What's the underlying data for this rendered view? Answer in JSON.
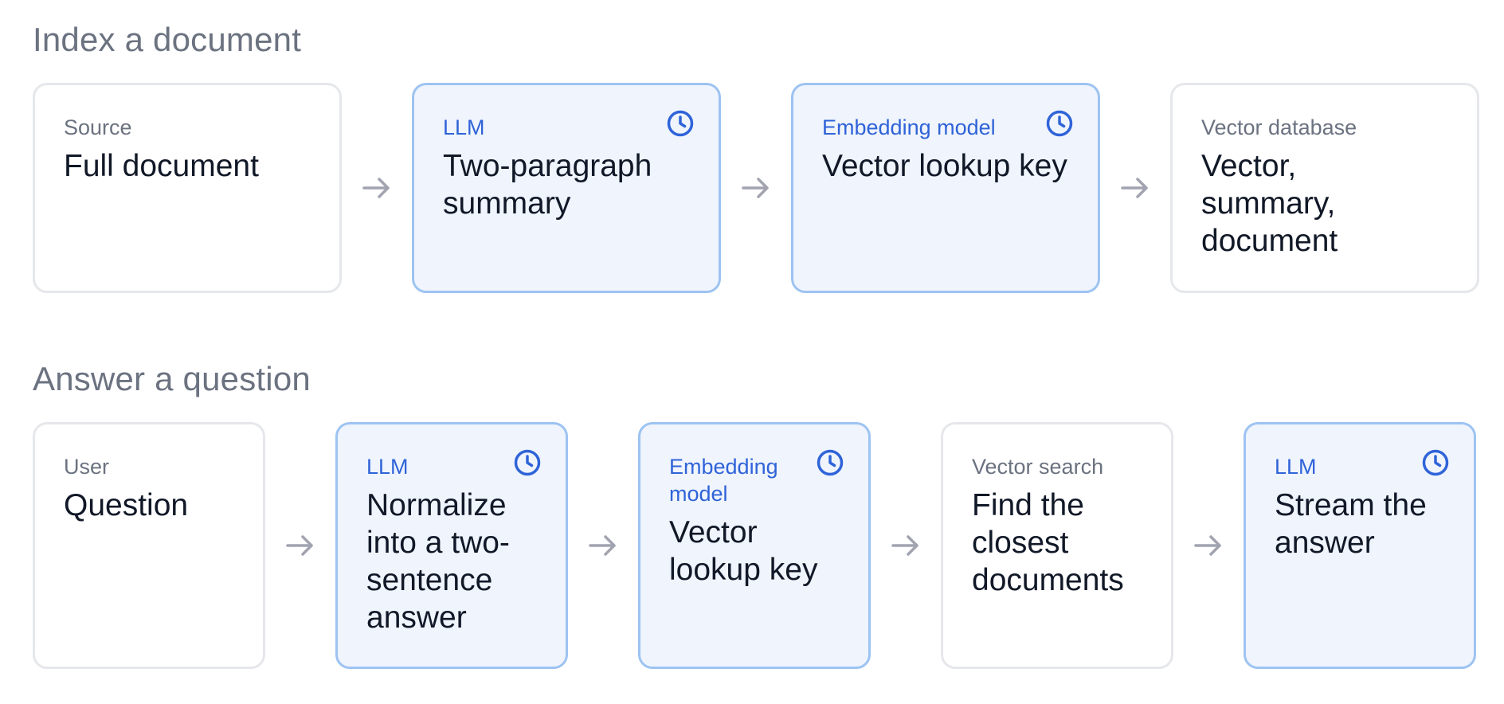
{
  "sections": [
    {
      "title": "Index a document",
      "steps": [
        {
          "kind": "Source",
          "label": "Full document"
        },
        {
          "kind": "LLM",
          "label": "Two-paragraph summary"
        },
        {
          "kind": "Embedding model",
          "label": "Vector lookup key"
        },
        {
          "kind": "Vector database",
          "label": "Vector, summary, document"
        }
      ]
    },
    {
      "title": "Answer a question",
      "steps": [
        {
          "kind": "User",
          "label": "Question"
        },
        {
          "kind": "LLM",
          "label": "Normalize into a two-sentence answer"
        },
        {
          "kind": "Embedding model",
          "label": "Vector lookup key"
        },
        {
          "kind": "Vector search",
          "label": "Find the closest documents"
        },
        {
          "kind": "LLM",
          "label": "Stream the answer"
        }
      ]
    }
  ],
  "icons": {
    "model_step": "clock-icon",
    "connector": "arrow-right-icon"
  },
  "colors": {
    "model_border": "#9dc3f2",
    "model_fill": "#eff4fd",
    "model_kind_text": "#2f63d8",
    "plain_border": "#e5e7eb",
    "muted_text": "#6b7280",
    "arrow": "#a1a4b0"
  }
}
